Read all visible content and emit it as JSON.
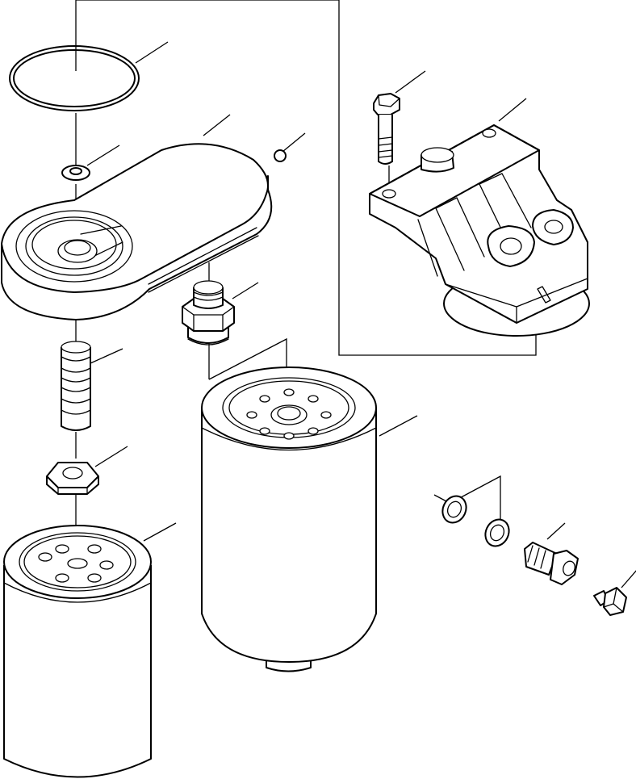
{
  "figure": {
    "type": "exploded-parts-diagram",
    "background": "#ffffff",
    "line_color": "#000000",
    "text_labels": []
  },
  "parts": [
    {
      "name": "o-ring-large",
      "icon": "o-ring"
    },
    {
      "name": "seal-washer",
      "icon": "washer"
    },
    {
      "name": "filter-head-cover",
      "icon": "housing"
    },
    {
      "name": "small-ball",
      "icon": "ball"
    },
    {
      "name": "bolt",
      "icon": "bolt"
    },
    {
      "name": "mounting-bracket",
      "icon": "bracket"
    },
    {
      "name": "adapter-nipple",
      "icon": "nipple"
    },
    {
      "name": "threaded-stud",
      "icon": "stud"
    },
    {
      "name": "hex-nut",
      "icon": "nut"
    },
    {
      "name": "filter-cartridge-left",
      "icon": "filter"
    },
    {
      "name": "filter-cartridge-right",
      "icon": "filter"
    },
    {
      "name": "washer-1",
      "icon": "washer"
    },
    {
      "name": "washer-2",
      "icon": "washer"
    },
    {
      "name": "union-fitting",
      "icon": "fitting"
    },
    {
      "name": "drain-plug",
      "icon": "plug"
    }
  ]
}
